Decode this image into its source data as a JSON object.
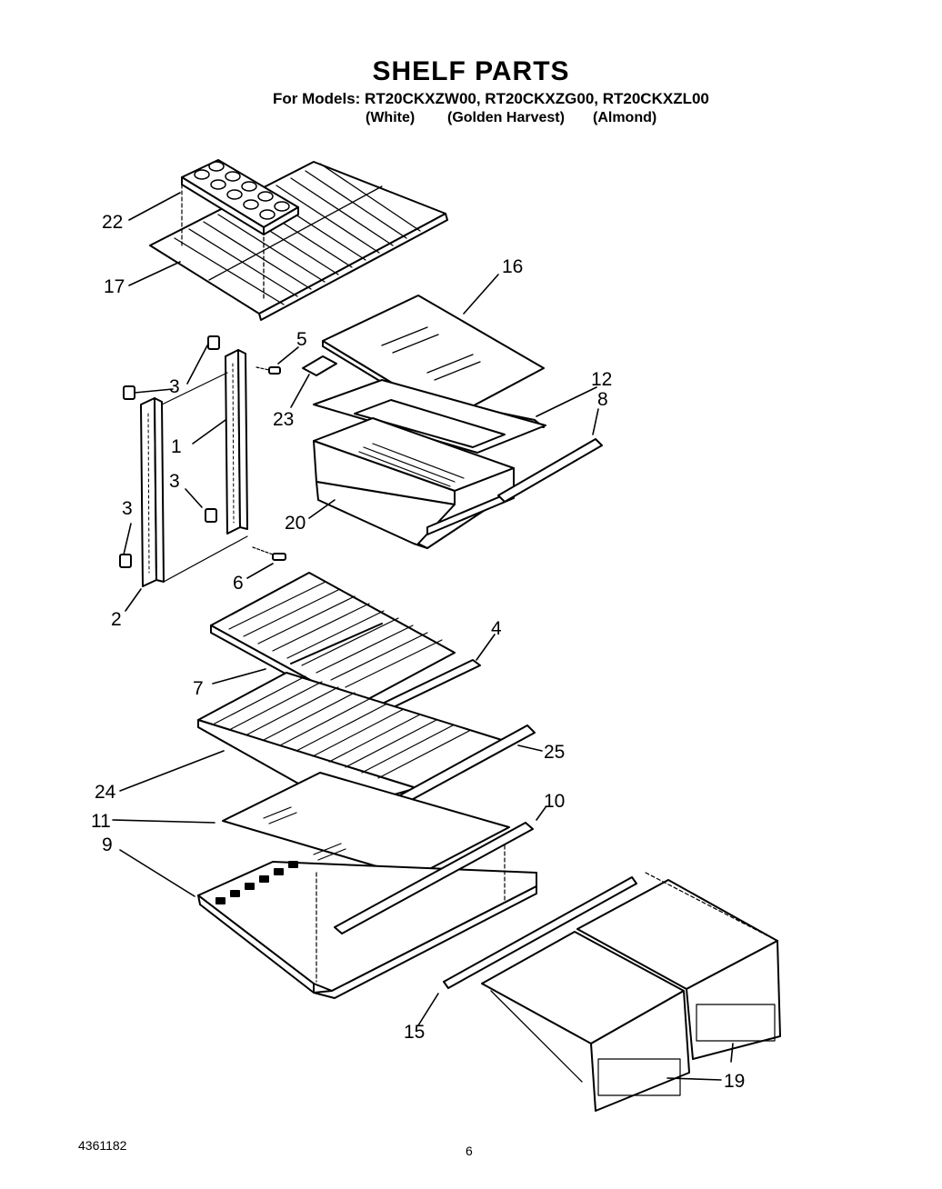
{
  "header": {
    "title": "SHELF PARTS",
    "models_line": "For Models: RT20CKXZW00, RT20CKXZG00, RT20CKXZL00",
    "colors": [
      "(White)",
      "(Golden Harvest)",
      "(Almond)"
    ]
  },
  "callouts": [
    "22",
    "17",
    "16",
    "5",
    "3",
    "23",
    "12",
    "8",
    "1",
    "3",
    "20",
    "3",
    "6",
    "2",
    "4",
    "7",
    "25",
    "24",
    "10",
    "11",
    "9",
    "15",
    "19"
  ],
  "footer": {
    "doc_number": "4361182",
    "page_number": "6"
  }
}
